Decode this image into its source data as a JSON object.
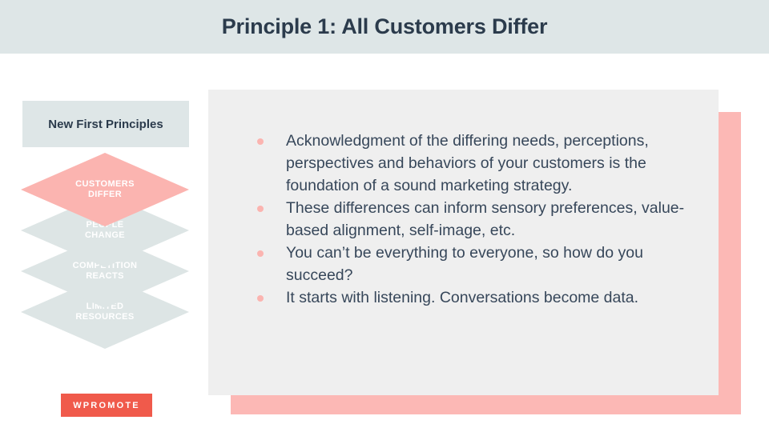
{
  "header": {
    "title": "Principle 1: All Customers Differ",
    "background_color": "#dee6e7",
    "text_color": "#2b3b4c"
  },
  "sidebar": {
    "principles_box": {
      "label": "New First Principles",
      "background_color": "#dee6e7"
    },
    "diamonds": [
      {
        "line1": "CUSTOMERS",
        "line2": "DIFFER",
        "color": "#fbb4b0",
        "highlighted": true
      },
      {
        "line1": "PEOPLE",
        "line2": "CHANGE",
        "color": "#dde5e5",
        "highlighted": false
      },
      {
        "line1": "COMPETITION",
        "line2": "REACTS",
        "color": "#dde5e5",
        "highlighted": false
      },
      {
        "line1": "LIMITED",
        "line2": "RESOURCES",
        "color": "#dde5e5",
        "highlighted": false
      }
    ],
    "logo": {
      "text": "WPROMOTE",
      "background_color": "#f05a4b",
      "text_color": "#ffffff"
    }
  },
  "main": {
    "panel_color": "#efefef",
    "accent_color": "#fcb8b5",
    "bullet_color": "#fbb4b0",
    "text_color": "#37475a",
    "bullets": [
      "Acknowledgment of the differing needs, perceptions, perspectives and behaviors of your customers is the foundation of a sound marketing strategy.",
      "These differences can inform sensory preferences, value-based alignment, self-image, etc.",
      "You can’t be everything to everyone, so how do you succeed?",
      "It starts with listening. Conversations become data."
    ]
  }
}
